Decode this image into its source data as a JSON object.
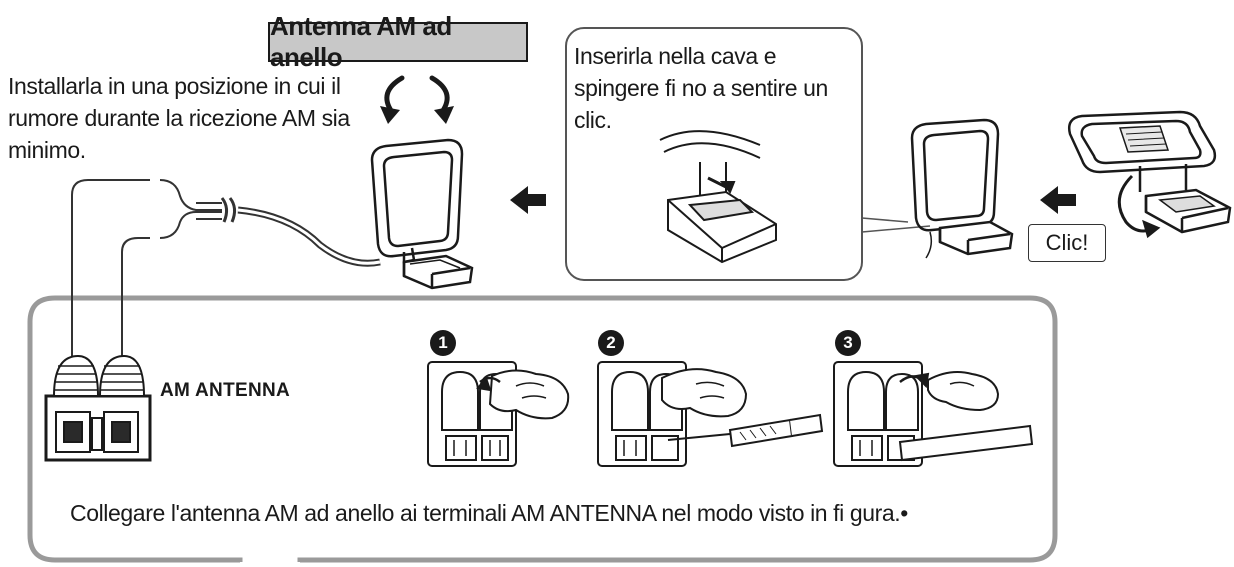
{
  "title": "Antenna AM ad anello",
  "install_note": "Installarla in una posizione in cui il rumore durante la ricezione AM sia minimo.",
  "insert_note": "Inserirla nella cava e spingere fi no a sentire un clic.",
  "clic_label": "Clic!",
  "terminal_label": "AM ANTENNA",
  "steps": [
    "1",
    "2",
    "3"
  ],
  "connect_note": "Collegare l'antenna AM ad anello ai terminali AM ANTENNA nel modo visto in fi gura.•"
}
